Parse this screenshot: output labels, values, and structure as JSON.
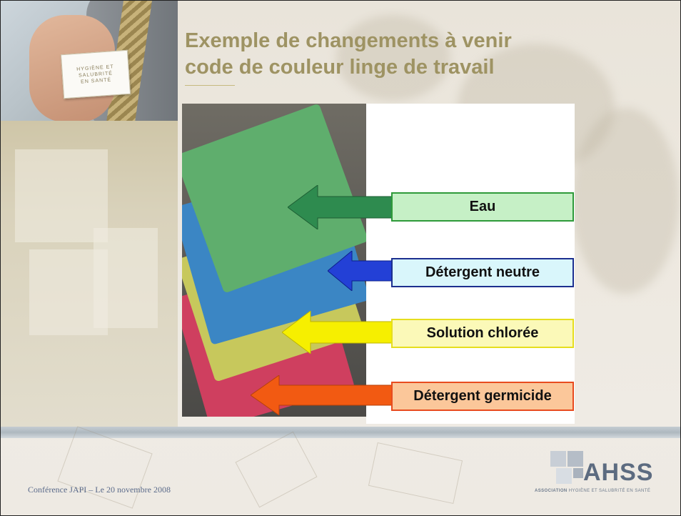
{
  "slide": {
    "title_line1": "Exemple de changements à venir",
    "title_line2": "code de couleur linge de travail",
    "card_text": "HYGIÈNE ET\nSALUBRITÉ\nEN SANTÉ",
    "footer": "Conférence JAPI – Le 20 novembre 2008"
  },
  "labels": [
    {
      "text": "Eau",
      "bg": "#c6f0c6",
      "border": "#2f9a3a",
      "arrow": "#2e8b4f",
      "cloth": "#5fae6d"
    },
    {
      "text": "Détergent neutre",
      "bg": "#d9f6fb",
      "border": "#1c2f8f",
      "arrow": "#2340d6",
      "cloth": "#3b86c4"
    },
    {
      "text": "Solution chlorée",
      "bg": "#fbf9b8",
      "border": "#e6de1e",
      "arrow": "#f6ef00",
      "cloth": "#c7c85c"
    },
    {
      "text": "Détergent germicide",
      "bg": "#fbc79a",
      "border": "#e84b1f",
      "arrow": "#f25a12",
      "cloth": "#cf3f5f"
    }
  ],
  "logo": {
    "name": "AHSS",
    "prefix": "ASSOCIATION",
    "subtitle": "HYGIÈNE ET SALUBRITÉ EN SANTÉ"
  }
}
